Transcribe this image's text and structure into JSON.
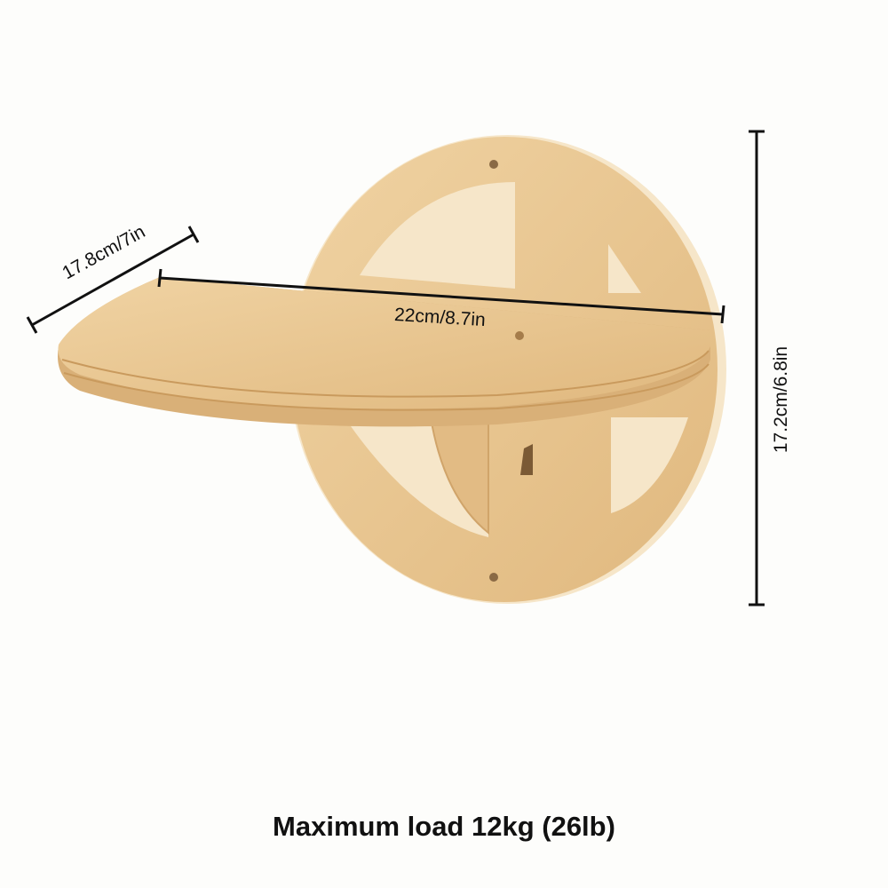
{
  "dimensions": {
    "depth": "17.8cm/7in",
    "width": "22cm/8.7in",
    "height": "17.2cm/6.8in"
  },
  "caption": "Maximum load 12kg (26lb)",
  "colors": {
    "wood": "#e8c48f",
    "wood_dark": "#d7ad72",
    "background": "#fdfdfb",
    "line": "#111111"
  }
}
